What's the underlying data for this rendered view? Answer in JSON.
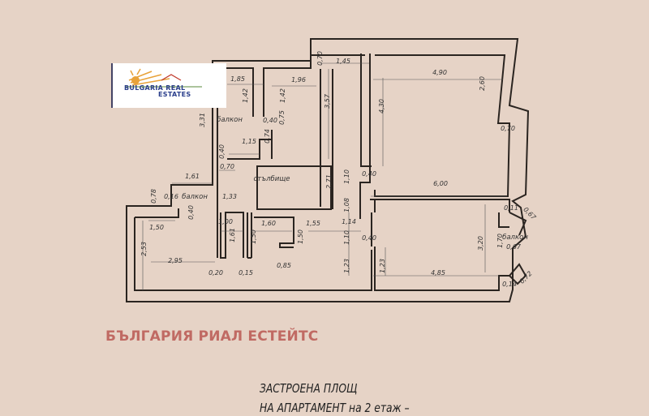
{
  "logo": {
    "line1": "BULGARIA REAL",
    "line2": "ESTATES"
  },
  "watermark": "БЪЛГАРИЯ РИАЛ ЕСТЕЙТС",
  "caption": {
    "line1": "ЗАСТРОЕНА ПЛОЩ",
    "line2": "НА АПАРТАМЕНТ на 2 етаж –"
  },
  "rooms": [
    "балкон",
    "стълбище",
    "балкон",
    "балкон"
  ],
  "dimensions": [
    "1,85",
    "1,42",
    "1,42",
    "1,96",
    "0,70",
    "1,45",
    "3,57",
    "3,31",
    "0,40",
    "0,75",
    "1,15",
    "0,74",
    "0,40",
    "0,70",
    "2,71",
    "1,10",
    "0,40",
    "4,90",
    "2,60",
    "4,30",
    "0,70",
    "6,00",
    "1,61",
    "0,78",
    "0,16",
    "0,40",
    "1,33",
    "1,08",
    "1,14",
    "0,11",
    "0,67",
    "1,00",
    "1,60",
    "1,55",
    "1,50",
    "1,61",
    "1,50",
    "1,50",
    "1,10",
    "0,40",
    "3,20",
    "1,70",
    "0,67",
    "2,53",
    "2,95",
    "0,85",
    "1,23",
    "1,23",
    "4,85",
    "0,72",
    "0,20",
    "0,15",
    "0,14"
  ],
  "colors": {
    "paper": "#e6d3c6",
    "ink": "#2a2420",
    "watermark": "#c06a63",
    "logo_blue": "#2b3f8c",
    "logo_orange": "#e8a23a"
  }
}
